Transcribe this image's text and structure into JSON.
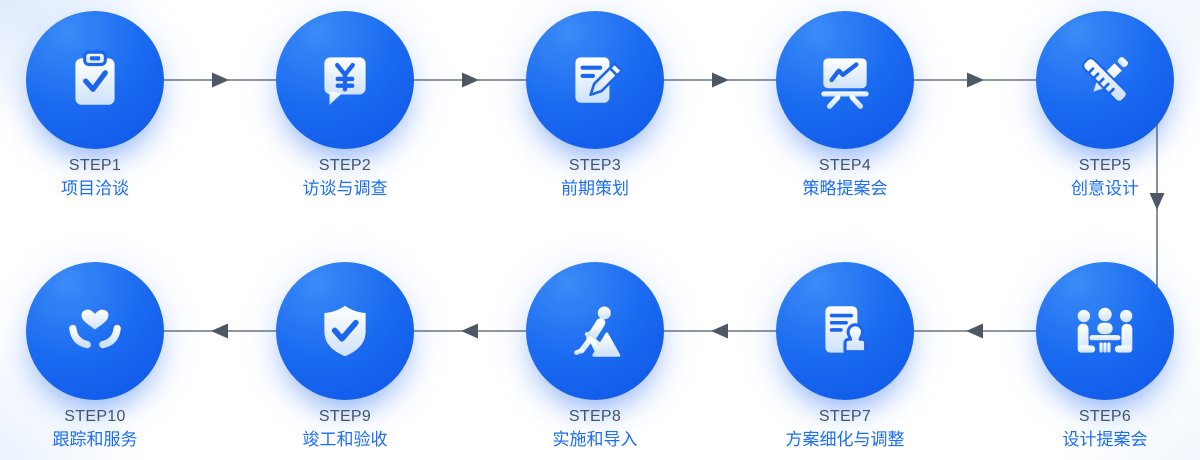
{
  "diagram": {
    "type": "process-flow",
    "rows": 2,
    "direction": "row1 left-to-right, wrap down on right side, row2 right-to-left"
  },
  "colors": {
    "circle_gradient_top": "#3b8bf7",
    "circle_gradient_bottom": "#0a51e4",
    "icon_fill_top": "#ffffff",
    "icon_fill_bottom": "#cfe2fb",
    "icon_detail_blue": "#1b65ef",
    "step_label_text": "#44546b",
    "step_title_text": "#1b6ef5",
    "connector_line": "#6b7480",
    "arrowhead": "#4e5865",
    "background": "#ffffff"
  },
  "flow": {
    "steps": [
      {
        "step": "STEP1",
        "title": "项目洽谈",
        "icon": "clipboard-check-icon"
      },
      {
        "step": "STEP2",
        "title": "访谈与调查",
        "icon": "yen-chat-bubble-icon"
      },
      {
        "step": "STEP3",
        "title": "前期策划",
        "icon": "document-edit-icon"
      },
      {
        "step": "STEP4",
        "title": "策略提案会",
        "icon": "presentation-chart-icon"
      },
      {
        "step": "STEP5",
        "title": "创意设计",
        "icon": "pencil-ruler-icon"
      },
      {
        "step": "STEP6",
        "title": "设计提案会",
        "icon": "meeting-people-icon"
      },
      {
        "step": "STEP7",
        "title": "方案细化与调整",
        "icon": "document-stamp-icon"
      },
      {
        "step": "STEP8",
        "title": "实施和导入",
        "icon": "construction-worker-icon"
      },
      {
        "step": "STEP9",
        "title": "竣工和验收",
        "icon": "shield-check-icon"
      },
      {
        "step": "STEP10",
        "title": "跟踪和服务",
        "icon": "hands-heart-icon"
      }
    ]
  }
}
